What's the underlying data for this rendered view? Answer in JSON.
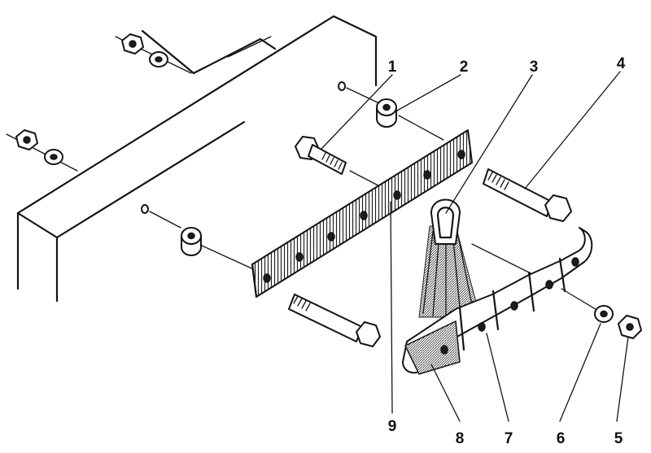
{
  "callouts": [
    {
      "id": "1",
      "label": "1"
    },
    {
      "id": "2",
      "label": "2"
    },
    {
      "id": "3",
      "label": "3"
    },
    {
      "id": "4",
      "label": "4"
    },
    {
      "id": "5",
      "label": "5"
    },
    {
      "id": "6",
      "label": "6"
    },
    {
      "id": "7",
      "label": "7"
    },
    {
      "id": "8",
      "label": "8"
    },
    {
      "id": "9",
      "label": "9"
    }
  ],
  "colors": {
    "ink": "#141414",
    "paper": "#ffffff"
  }
}
